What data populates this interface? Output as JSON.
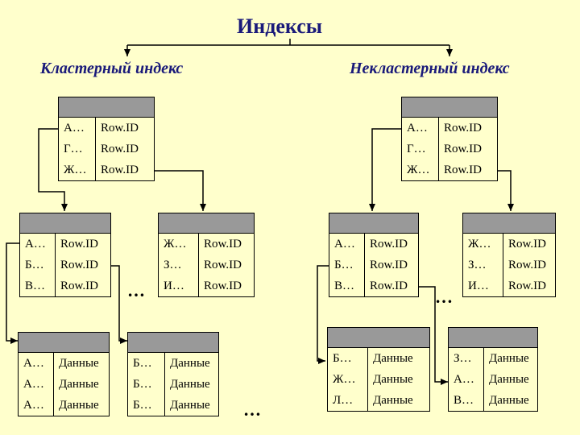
{
  "title": "Индексы",
  "clustered": {
    "label": "Кластерный индекс",
    "root": [
      [
        "А…",
        "Row.ID"
      ],
      [
        "Г…",
        "Row.ID"
      ],
      [
        "Ж…",
        "Row.ID"
      ]
    ],
    "mid_left": [
      [
        "А…",
        "Row.ID"
      ],
      [
        "Б…",
        "Row.ID"
      ],
      [
        "В…",
        "Row.ID"
      ]
    ],
    "mid_right": [
      [
        "Ж…",
        "Row.ID"
      ],
      [
        "З…",
        "Row.ID"
      ],
      [
        "И…",
        "Row.ID"
      ]
    ],
    "leaf_left": [
      [
        "А…",
        "Данные"
      ],
      [
        "А…",
        "Данные"
      ],
      [
        "А…",
        "Данные"
      ]
    ],
    "leaf_right": [
      [
        "Б…",
        "Данные"
      ],
      [
        "Б…",
        "Данные"
      ],
      [
        "Б…",
        "Данные"
      ]
    ],
    "mid_dots": "…",
    "leaf_dots": "…"
  },
  "nonclustered": {
    "label": "Некластерный индекс",
    "root": [
      [
        "А…",
        "Row.ID"
      ],
      [
        "Г…",
        "Row.ID"
      ],
      [
        "Ж…",
        "Row.ID"
      ]
    ],
    "mid_left": [
      [
        "А…",
        "Row.ID"
      ],
      [
        "Б…",
        "Row.ID"
      ],
      [
        "В…",
        "Row.ID"
      ]
    ],
    "mid_right": [
      [
        "Ж…",
        "Row.ID"
      ],
      [
        "З…",
        "Row.ID"
      ],
      [
        "И…",
        "Row.ID"
      ]
    ],
    "leaf_left": [
      [
        "Б…",
        "Данные"
      ],
      [
        "Ж…",
        "Данные"
      ],
      [
        "Л…",
        "Данные"
      ]
    ],
    "leaf_right": [
      [
        "З…",
        "Данные"
      ],
      [
        "А…",
        "Данные"
      ],
      [
        "В…",
        "Данные"
      ]
    ],
    "mid_dots": "…"
  }
}
